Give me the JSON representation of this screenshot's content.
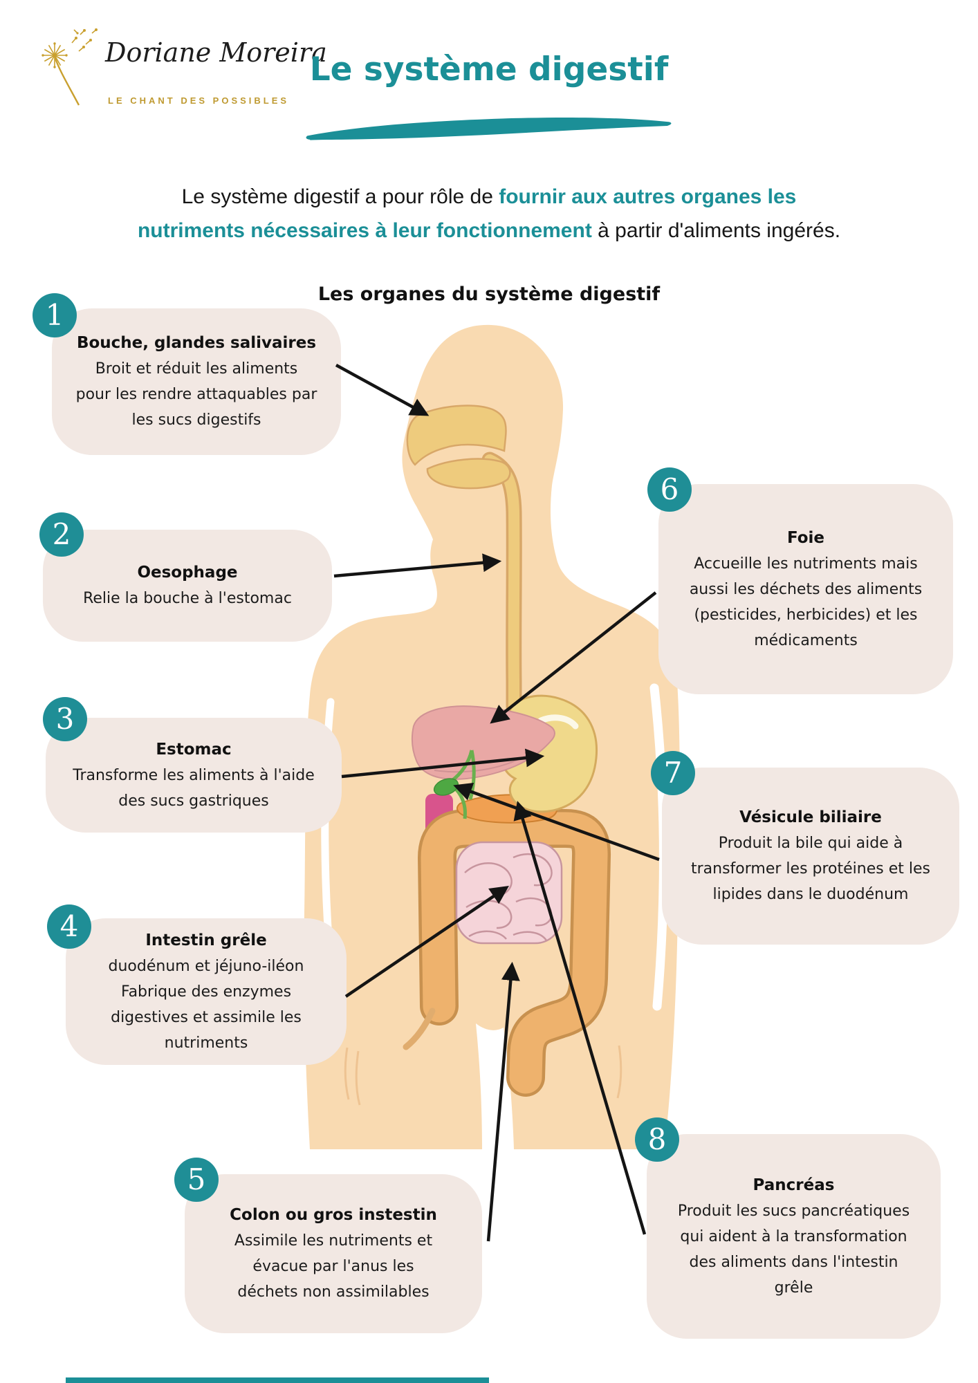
{
  "header": {
    "title": "Le système digestif",
    "logo": {
      "name": "Doriane Moreira",
      "tagline": "LE CHANT DES POSSIBLES"
    }
  },
  "intro": {
    "line1_black": "Le système digestif a pour rôle de ",
    "line1_teal": "fournir aux autres organes les",
    "line2_teal": "nutriments nécessaires à leur fonctionnement",
    "line2_black": " à partir d'aliments ingérés."
  },
  "subtitle": "Les organes du système digestif",
  "cards": [
    {
      "number": "1",
      "title": "Bouche, glandes salivaires",
      "lines": [
        "Broit et réduit les aliments",
        "pour les rendre attaquables par",
        "les sucs digestifs"
      ]
    },
    {
      "number": "2",
      "title": "Oesophage",
      "lines": [
        "Relie la bouche à l'estomac"
      ]
    },
    {
      "number": "3",
      "title": "Estomac",
      "lines": [
        "Transforme les aliments à l'aide",
        "des sucs gastriques"
      ]
    },
    {
      "number": "4",
      "title": "Intestin grêle",
      "lines": [
        "duodénum et jéjuno-iléon",
        "Fabrique des enzymes",
        "digestives et assimile les",
        "nutriments"
      ]
    },
    {
      "number": "5",
      "title": "Colon ou gros instestin",
      "lines": [
        "Assimile les nutriments et",
        "évacue par l'anus les",
        "déchets non assimilables"
      ]
    },
    {
      "number": "6",
      "title": "Foie",
      "lines": [
        "Accueille les nutriments mais",
        "aussi les déchets des aliments",
        "(pesticides, herbicides) et les",
        "médicaments"
      ]
    },
    {
      "number": "7",
      "title": "Vésicule biliaire",
      "lines": [
        "Produit la bile qui aide à",
        "transformer les protéines et les",
        "lipides dans le duodénum"
      ]
    },
    {
      "number": "8",
      "title": "Pancréas",
      "lines": [
        "Produit les sucs pancréatiques",
        "qui aident à la transformation",
        "des aliments dans l'intestin",
        "grêle"
      ]
    }
  ],
  "colors": {
    "teal": "#1b8f97",
    "gold": "#bf9a31",
    "card_background": "#f2e8e3",
    "skin": "#f9dab1",
    "mouth_esophagus": "#eecb7d",
    "stomach": "#f0d98b",
    "liver": "#e9a8a5",
    "gall_bladder": "#4ea843",
    "pancreas": "#f0a052",
    "colon": "#eeb26d",
    "small_intestine": "#f5d4d9",
    "duodenum_patch": "#d8548c",
    "arrow": "#141414"
  }
}
